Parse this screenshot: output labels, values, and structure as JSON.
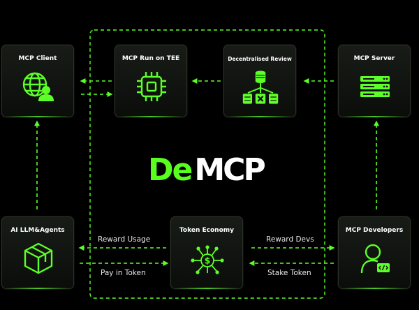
{
  "diagram": {
    "nodes": {
      "mcp_client": {
        "title": "MCP Client"
      },
      "mcp_run_tee": {
        "title": "MCP Run on TEE"
      },
      "decentralised_review": {
        "title": "Decentralised Review"
      },
      "mcp_server": {
        "title": "MCP Server"
      },
      "ai_llm_agents": {
        "title": "AI LLM&Agents"
      },
      "token_economy": {
        "title": "Token Economy"
      },
      "mcp_developers": {
        "title": "MCP Developers"
      }
    },
    "edge_labels": {
      "reward_usage": "Reward Usage",
      "pay_in_token": "Pay in Token",
      "reward_devs": "Reward Devs",
      "stake_token": "Stake Token"
    },
    "logo": {
      "prefix": "De",
      "suffix": "MCP"
    },
    "colors": {
      "accent": "#5dff28",
      "background": "#000000",
      "node_fill": "#141813"
    },
    "icons": {
      "mcp_client": "globe-user-icon",
      "mcp_run_tee": "chip-icon",
      "decentralised_review": "database-network-icon",
      "mcp_server": "server-rack-icon",
      "ai_llm_agents": "cube-icon",
      "token_economy": "coin-network-icon",
      "mcp_developers": "developer-user-icon"
    }
  }
}
